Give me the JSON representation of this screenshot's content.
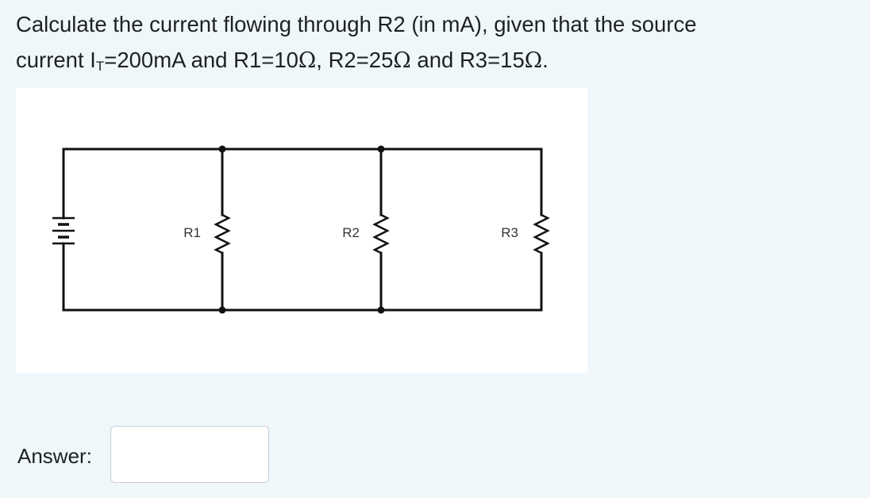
{
  "question": {
    "line1": "Calculate the current flowing through R2 (in mA), given that the source",
    "line2_prefix": "current I",
    "line2_sub": "T",
    "line2_a": "=200mA and R1=10",
    "line2_b": ", R2=25",
    "line2_c": " and R3=15",
    "line2_d": ".",
    "ohm_symbol": "Ω"
  },
  "circuit": {
    "resistor_labels": [
      "R1",
      "R2",
      "R3"
    ]
  },
  "answer": {
    "label": "Answer:",
    "value": ""
  }
}
